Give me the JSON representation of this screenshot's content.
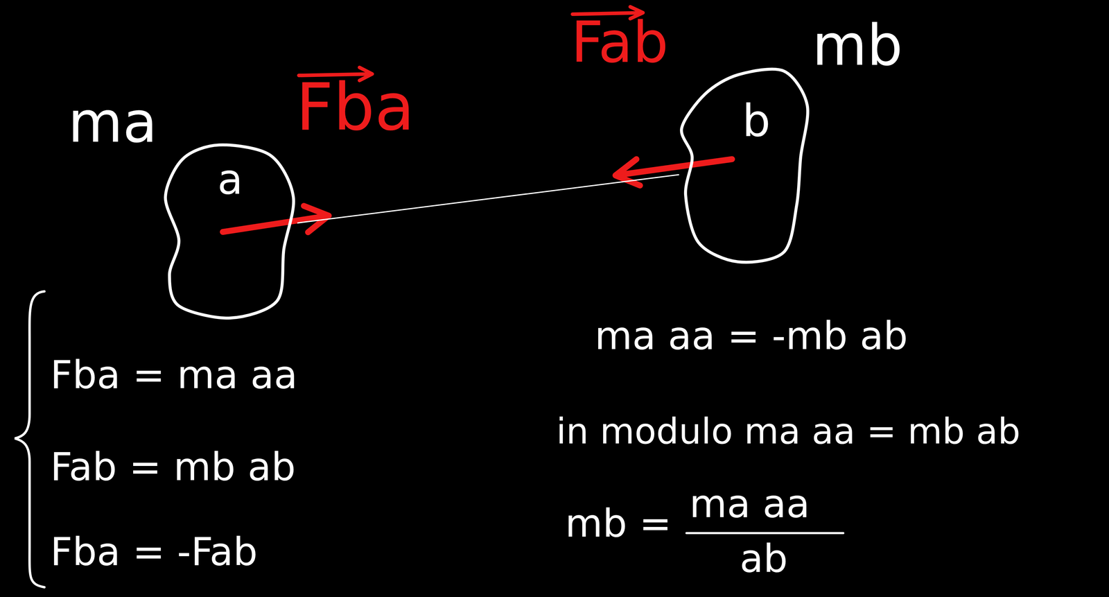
{
  "diagram": {
    "nodes": [
      {
        "text": [
          "a",
          "ma"
        ]
      },
      {
        "text": [
          "b",
          "mb"
        ]
      }
    ],
    "edges": [
      {
        "from": 0,
        "to": 1,
        "arrow": "none"
      }
    ],
    "labels": [
      "Fba",
      "Fab",
      "Fba = ma aa",
      "Fab = mb ab",
      "Fba = -Fab",
      "ma aa = -mb ab",
      "in modulo ma aa = mb ab",
      "mb =",
      "ma aa",
      "ab"
    ]
  }
}
